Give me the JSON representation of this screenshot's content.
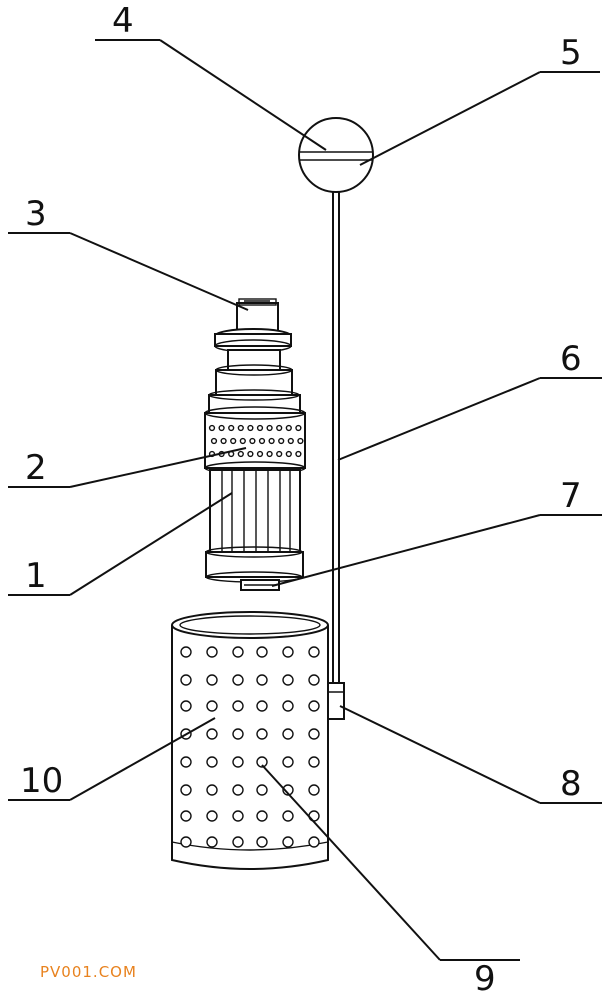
{
  "labels": {
    "l1": "1",
    "l2": "2",
    "l3": "3",
    "l4": "4",
    "l5": "5",
    "l6": "6",
    "l7": "7",
    "l8": "8",
    "l9": "9",
    "l10": "10"
  },
  "watermark": "PV001.COM"
}
